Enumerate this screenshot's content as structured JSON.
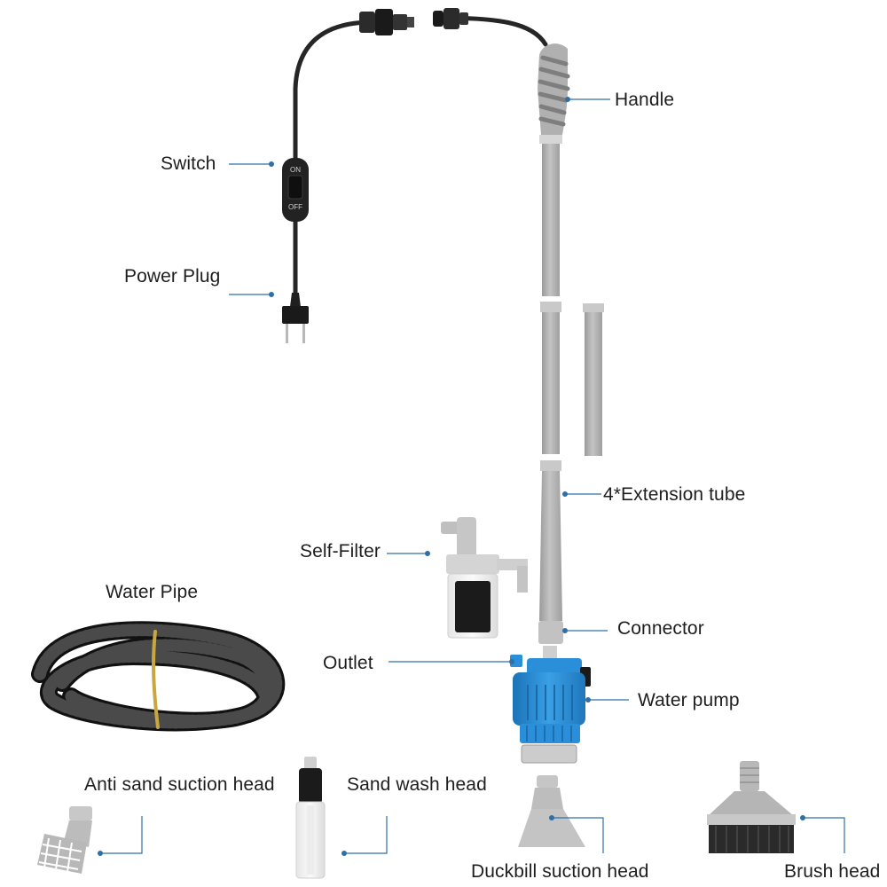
{
  "colors": {
    "leader": "#2f6fa8",
    "tube": "#b3b3b3",
    "tube_shadow": "#8f8f8f",
    "cable": "#262626",
    "pump_blue": "#2a8fd8",
    "pump_blue_dark": "#1c6fb0",
    "hose": "#1f1f1f"
  },
  "labels": {
    "handle": "Handle",
    "switch": "Switch",
    "power_plug": "Power Plug",
    "extension_tube": "4*Extension tube",
    "self_filter": "Self-Filter",
    "water_pipe": "Water Pipe",
    "connector": "Connector",
    "outlet": "Outlet",
    "water_pump": "Water pump",
    "anti_sand_suction_head": "Anti sand suction head",
    "sand_wash_head": "Sand wash head",
    "duckbill_suction_head": "Duckbill suction head",
    "brush_head": "Brush head"
  },
  "switch_marks": {
    "on": "ON",
    "off": "OFF"
  }
}
